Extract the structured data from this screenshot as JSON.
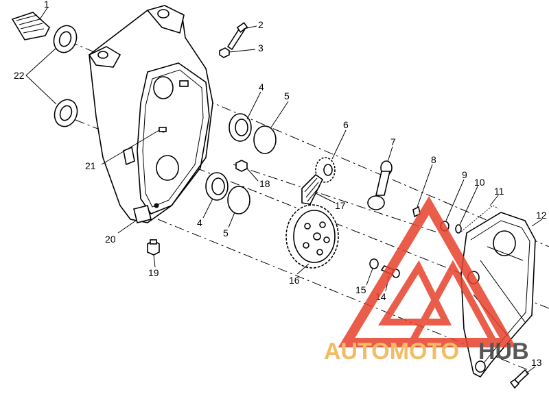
{
  "callouts": [
    {
      "id": "1",
      "text": "1"
    },
    {
      "id": "2",
      "text": "2"
    },
    {
      "id": "3",
      "text": "3"
    },
    {
      "id": "4a",
      "text": "4"
    },
    {
      "id": "5a",
      "text": "5"
    },
    {
      "id": "6",
      "text": "6"
    },
    {
      "id": "7",
      "text": "7"
    },
    {
      "id": "8",
      "text": "8"
    },
    {
      "id": "9",
      "text": "9"
    },
    {
      "id": "10",
      "text": "10"
    },
    {
      "id": "11",
      "text": "11"
    },
    {
      "id": "12",
      "text": "12"
    },
    {
      "id": "13",
      "text": "13"
    },
    {
      "id": "14",
      "text": "14"
    },
    {
      "id": "15",
      "text": "15"
    },
    {
      "id": "16",
      "text": "16"
    },
    {
      "id": "17",
      "text": "17"
    },
    {
      "id": "18",
      "text": "18"
    },
    {
      "id": "19",
      "text": "19"
    },
    {
      "id": "20",
      "text": "20"
    },
    {
      "id": "21",
      "text": "21"
    },
    {
      "id": "22",
      "text": "22"
    },
    {
      "id": "4b",
      "text": "4"
    },
    {
      "id": "5b",
      "text": "5"
    }
  ],
  "watermark": {
    "part1": "AUTOMOTO",
    "part2": "HUB",
    "colors": {
      "red": "#e8412c",
      "gold": "#f2b14a",
      "dark": "#3a3a3a"
    }
  }
}
